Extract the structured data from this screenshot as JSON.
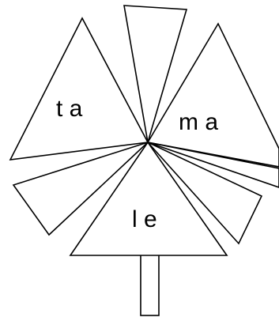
{
  "diagram": {
    "labels": {
      "left_triangle": "t a",
      "right_triangle": "m a",
      "bottom_triangle": "l e"
    },
    "colors": {
      "stroke": "#000000",
      "fill": "#ffffff",
      "background": "#ffffff"
    }
  }
}
